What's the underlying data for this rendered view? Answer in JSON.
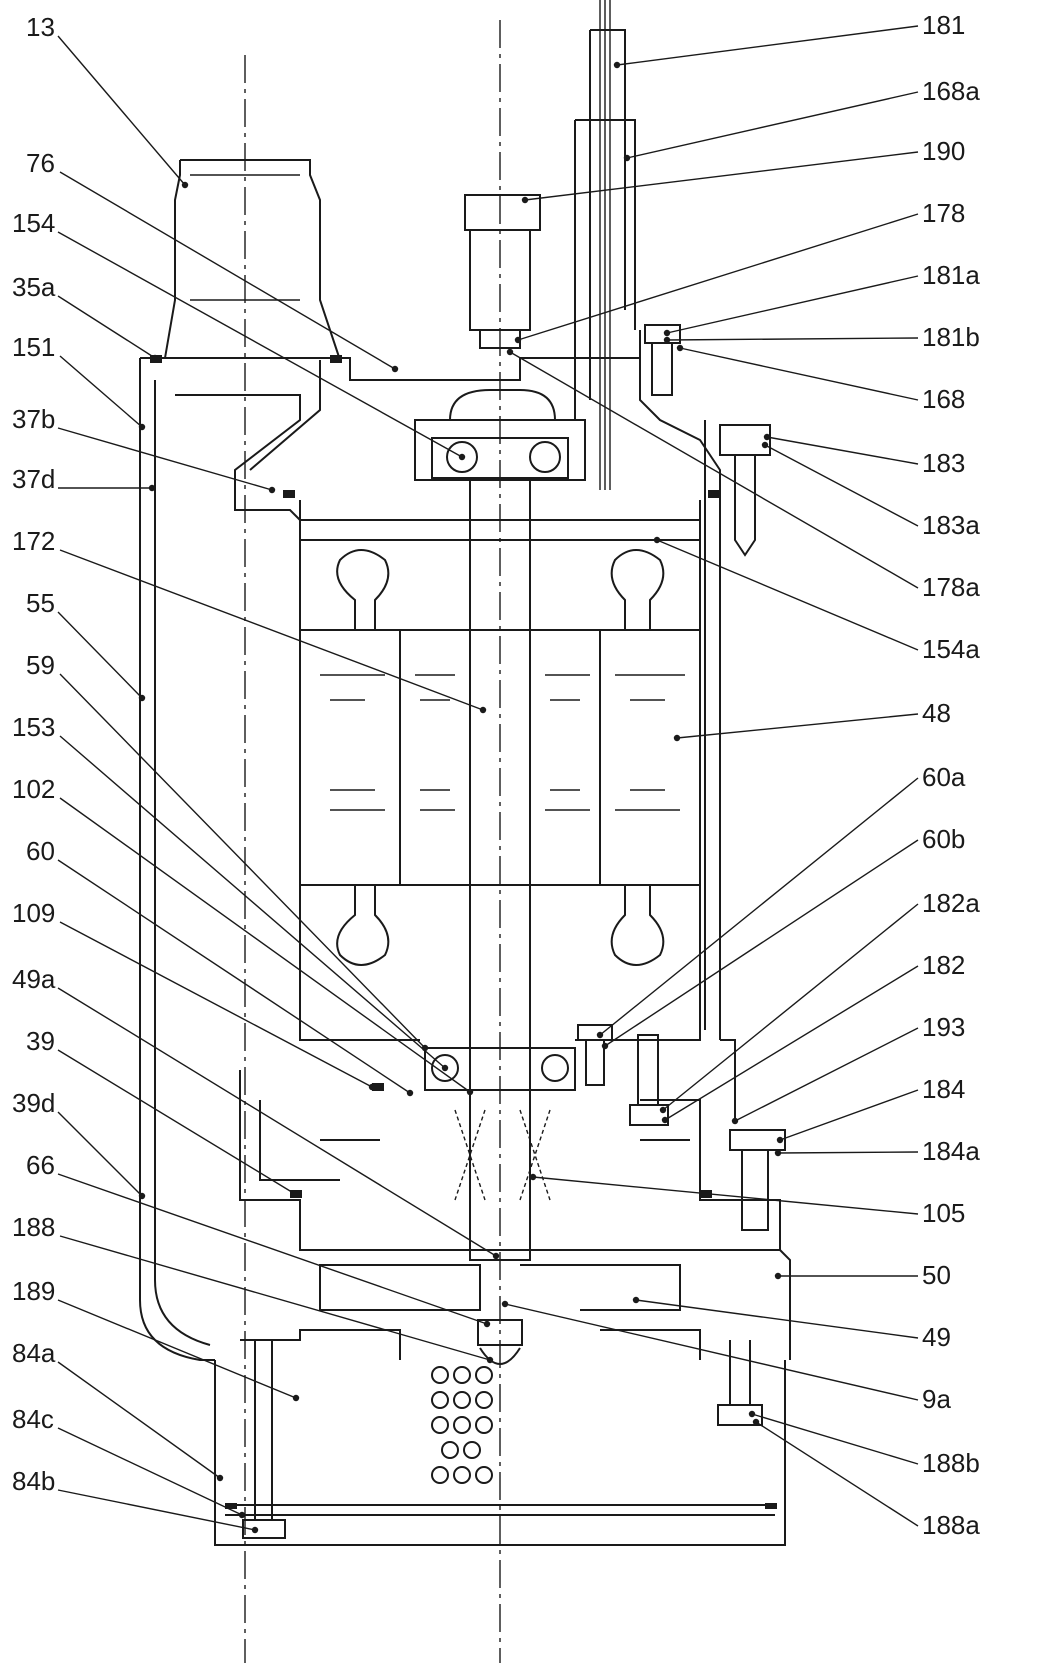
{
  "left_labels": [
    "13",
    "76",
    "154",
    "35a",
    "151",
    "37b",
    "37d",
    "172",
    "55",
    "59",
    "153",
    "102",
    "60",
    "109",
    "49a",
    "39",
    "39d",
    "66",
    "188",
    "189",
    "84a",
    "84c",
    "84b"
  ],
  "right_labels": [
    "181",
    "168a",
    "190",
    "178",
    "181a",
    "181b",
    "168",
    "183",
    "183a",
    "178a",
    "154a",
    "48",
    "60a",
    "60b",
    "182a",
    "182",
    "193",
    "184",
    "184a",
    "105",
    "50",
    "49",
    "9a",
    "188b",
    "188a"
  ],
  "icons": [
    "bearing-ball-icon",
    "seal-ring-icon",
    "bolt-icon"
  ]
}
